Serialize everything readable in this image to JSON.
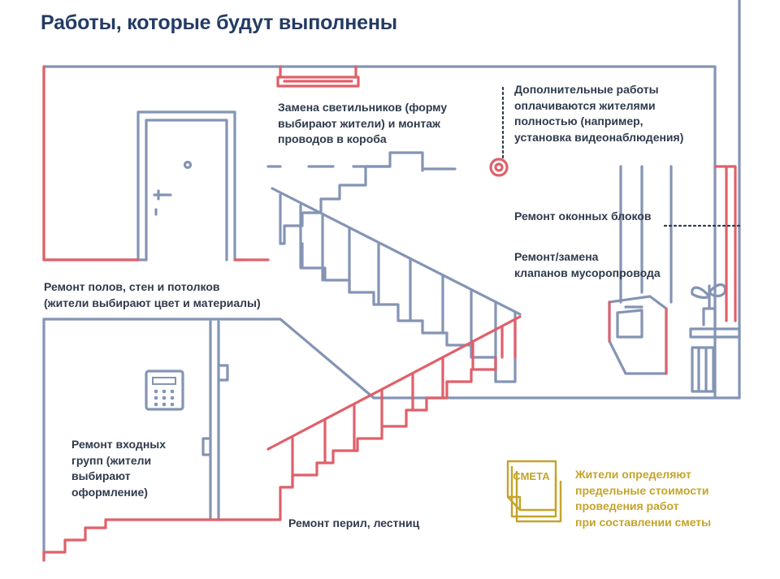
{
  "title": "Работы, которые будут выполнены",
  "colors": {
    "structure": "#8494b4",
    "repair": "#e0606a",
    "text": "#2f3a4c",
    "title": "#243b63",
    "estimate": "#c4a42a"
  },
  "icons": [
    "door-icon",
    "ceiling-lamp-icon",
    "camera-icon",
    "intercom-keypad-icon",
    "garbage-chute-icon",
    "plant-icon",
    "radiator-icon",
    "estimate-document-icon"
  ],
  "labels": {
    "lighting": [
      "Замена светильников (форму",
      "выбирают жители) и монтаж",
      "проводов в короба"
    ],
    "additional": [
      "Дополнительные работы",
      "оплачиваются жителями",
      "полностью (например,",
      "установка видеонаблюдения)"
    ],
    "windows": [
      "Ремонт оконных блоков"
    ],
    "chute": [
      "Ремонт/замена",
      "клапанов мусоропровода"
    ],
    "floors": [
      "Ремонт полов, стен и потолков",
      "(жители выбирают цвет и материалы)"
    ],
    "entrance": [
      "Ремонт входных",
      "групп (жители",
      "выбирают",
      "оформление)"
    ],
    "railings": [
      "Ремонт перил, лестниц"
    ],
    "estimate": [
      "Жители определяют",
      "предельные стоимости",
      "проведения работ",
      "при составлении сметы"
    ]
  },
  "estimate_doc_label": "СМЕТА"
}
